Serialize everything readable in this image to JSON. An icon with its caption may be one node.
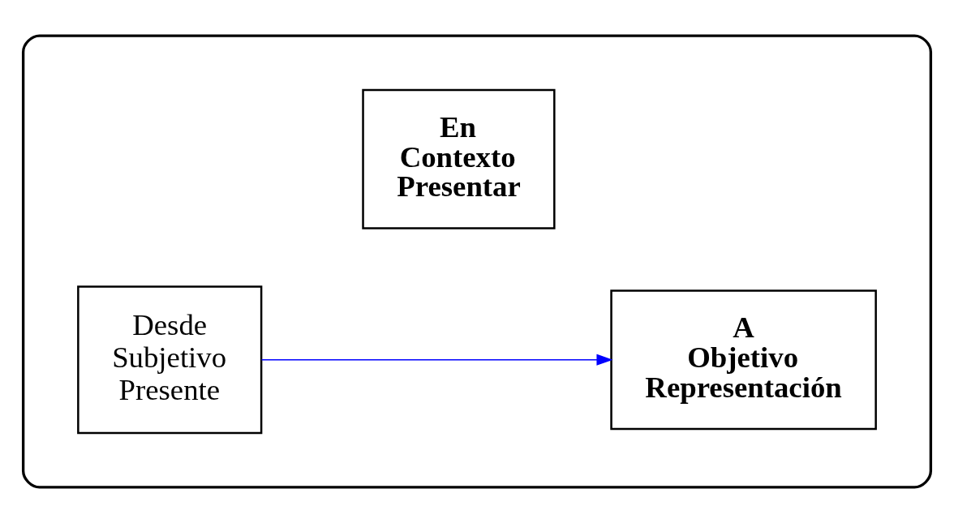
{
  "diagram": {
    "nodes": [
      {
        "text": [],
        "shape": "ellipse"
      },
      {
        "text": [
          "En Contexto Presentar"
        ],
        "in": 0
      },
      {
        "text": [
          "Desde Subjetivo Presente"
        ],
        "in": 0
      },
      {
        "text": [
          "A Objetivo Representación"
        ],
        "in": 0
      }
    ],
    "edges": [
      {
        "from": 2,
        "to": 3,
        "arrow": "to",
        "color": "#0000ff"
      }
    ]
  }
}
